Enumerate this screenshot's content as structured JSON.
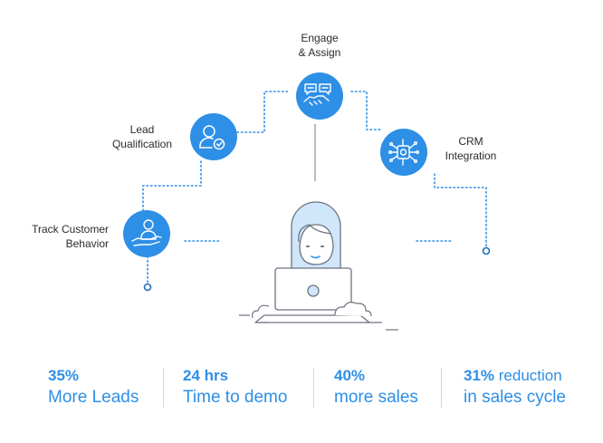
{
  "steps": {
    "engage": {
      "line1": "Engage",
      "line2": "& Assign",
      "icon": "handshake-chat-icon"
    },
    "lead": {
      "line1": "Lead",
      "line2": "Qualification",
      "icon": "user-check-icon"
    },
    "crm": {
      "line1": "CRM",
      "line2": "Integration",
      "icon": "circuit-brain-icon"
    },
    "track": {
      "line1": "Track Customer",
      "line2": "Behavior",
      "icon": "hand-user-icon"
    }
  },
  "stats": [
    {
      "number": "35%",
      "rest": "",
      "label": "More Leads"
    },
    {
      "number": "24 hrs",
      "rest": "",
      "label": "Time to demo"
    },
    {
      "number": "40%",
      "rest": "",
      "label": "more sales"
    },
    {
      "number": "31%",
      "rest": " reduction",
      "label": "in sales cycle"
    }
  ],
  "colors": {
    "accent": "#2e8fe6",
    "dotted": "#2e8fe6",
    "line_gray": "#8a8f99",
    "skin_blue": "#cfe6fb"
  }
}
